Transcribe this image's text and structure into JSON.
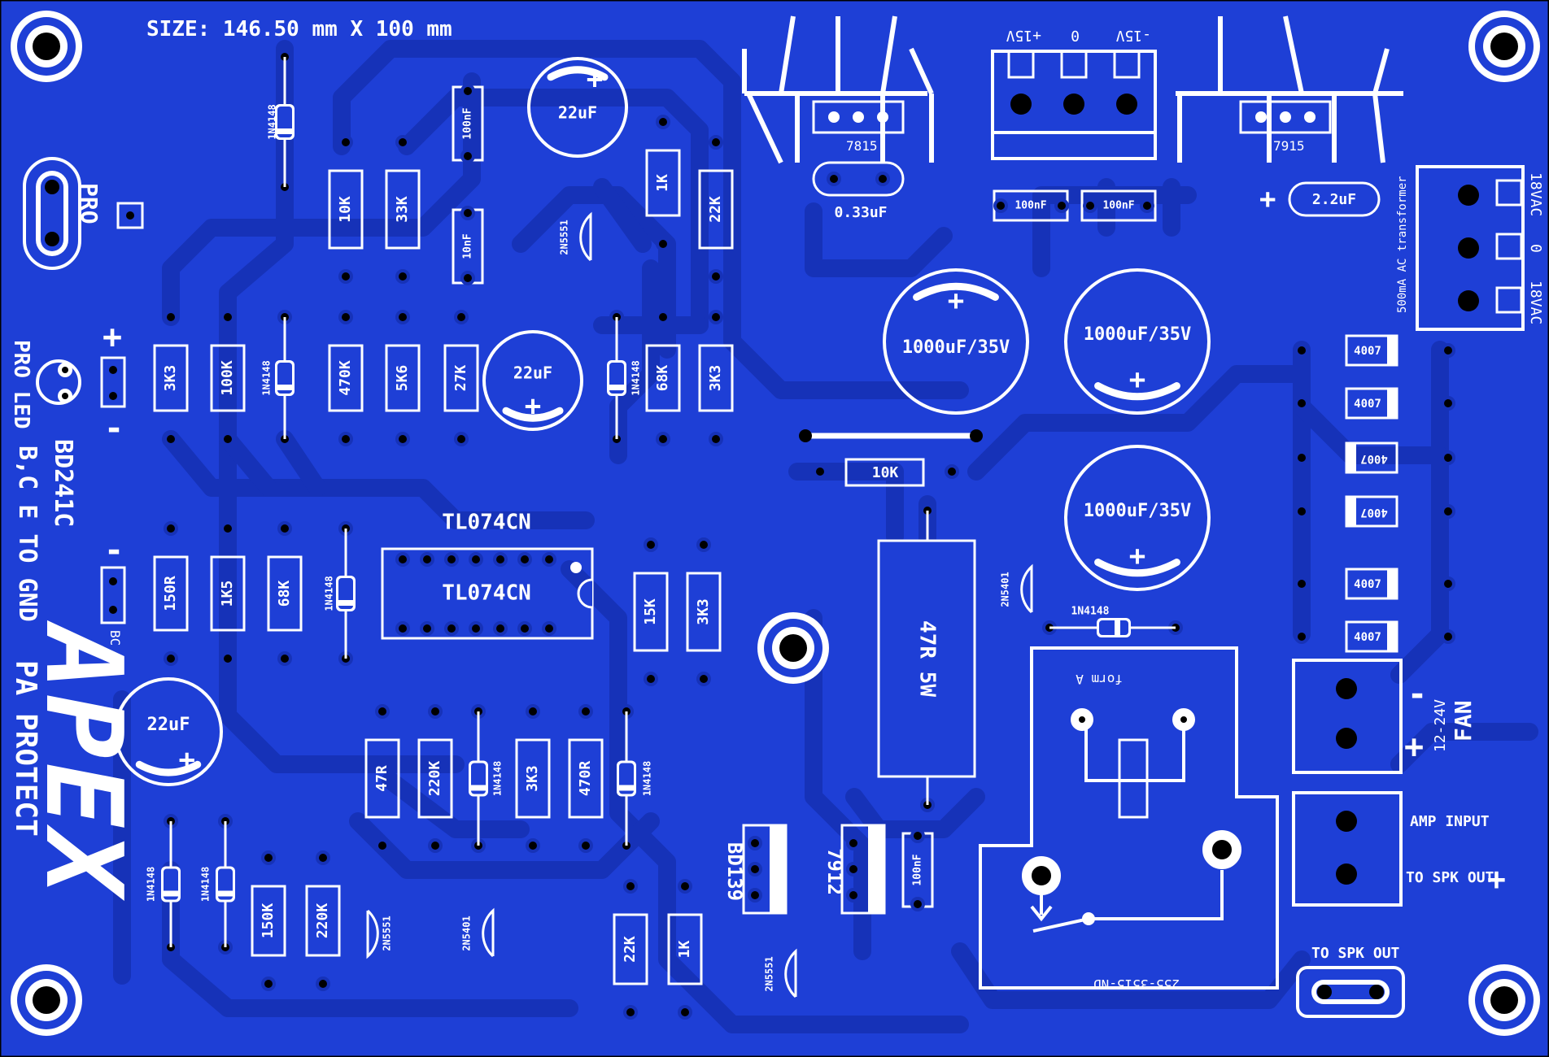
{
  "colors": {
    "board": "#1e3fd6",
    "track": "#1632b8",
    "silk": "#ffffff",
    "pad": "#ffffff",
    "hole": "#000000",
    "edge": "#000000"
  },
  "board_size_text": "SIZE: 146.50 mm  X 100 mm",
  "brand": {
    "logo_text": "APEX",
    "subtitle": "PA PROTECT"
  },
  "side_notes": {
    "pro_led": "PRO LED",
    "bd241c_1": "BD241C",
    "bd241c_2": "B,C E TO GND",
    "pro": "PRO",
    "bc": "BC",
    "plus": "+",
    "minus": "-"
  },
  "ic_label": "TL074CN",
  "regulators": {
    "r7815": "7815",
    "r7915": "7915",
    "r7912": "7912",
    "bd139": "BD139"
  },
  "power_header": {
    "p15": "+15V",
    "zero": "0",
    "n15": "-15V"
  },
  "transformer": {
    "label": "500mA AC transformer",
    "pins": [
      "18VAC",
      "0",
      "18VAC"
    ]
  },
  "resistors_top": [
    "10K",
    "33K",
    "1K",
    "22K"
  ],
  "resistors_mid": [
    "3K3",
    "100K",
    "470K",
    "5K6",
    "27K",
    "68K",
    "3K3"
  ],
  "resistors_low": [
    "150R",
    "1K5",
    "68K",
    "15K",
    "3K3"
  ],
  "resistors_bottom": [
    "47R",
    "220K",
    "3K3",
    "470R",
    "150K",
    "220K",
    "22K",
    "1K"
  ],
  "resistor_mid_10k": "10K",
  "power_resistor": "47R 5W",
  "caps": {
    "c22_top": "22uF",
    "c22_mid": "22uF",
    "c22_left": "22uF",
    "c100n_1": "100nF",
    "c100n_2": "10nF",
    "c033": "0.33uF",
    "c100n_a": "100nF",
    "c100n_b": "100nF",
    "c22u": "2.2uF",
    "c100n_c": "100nF",
    "big1": "1000uF/35V",
    "big2": "1000uF/35V",
    "big3": "1000uF/35V"
  },
  "diodes": {
    "d1n4148": "1N4148",
    "d4007": "4007"
  },
  "transistors": {
    "t2n5551": "2N5551",
    "t2n5401": "2N5401"
  },
  "relay": {
    "part": "255-3515-ND",
    "form": "form A"
  },
  "connectors": {
    "fan": "FAN",
    "fan_v": "12-24V",
    "amp_input": "AMP INPUT",
    "to_spk_out": "TO SPK OUT",
    "to_spk_out2": "TO SPK OUT"
  }
}
